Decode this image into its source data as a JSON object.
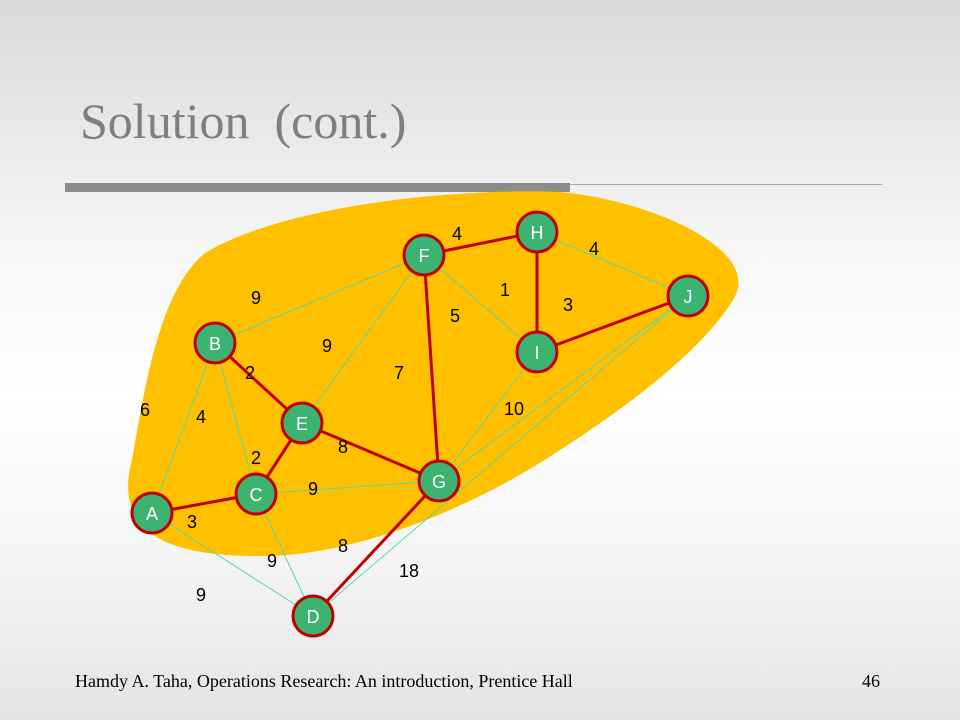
{
  "slide": {
    "title": "Solution  (cont.)",
    "footer": "Hamdy A. Taha, Operations Research: An introduction, Prentice Hall",
    "page_number": "46"
  },
  "colors": {
    "region": "#FFC000",
    "node_fill": "#3CB371",
    "node_border": "#C00000",
    "tree_edge": "#C00000",
    "other_edge": "#5CD6A7"
  },
  "graph": {
    "nodes": [
      {
        "id": "A",
        "label": "A"
      },
      {
        "id": "B",
        "label": "B"
      },
      {
        "id": "C",
        "label": "C"
      },
      {
        "id": "D",
        "label": "D"
      },
      {
        "id": "E",
        "label": "E"
      },
      {
        "id": "F",
        "label": "F"
      },
      {
        "id": "G",
        "label": "G"
      },
      {
        "id": "H",
        "label": "H"
      },
      {
        "id": "I",
        "label": "I"
      },
      {
        "id": "J",
        "label": "J"
      }
    ],
    "edges": [
      {
        "from": "A",
        "to": "C",
        "weight": "3",
        "tree": true
      },
      {
        "from": "B",
        "to": "E",
        "weight": "2",
        "tree": true
      },
      {
        "from": "C",
        "to": "E",
        "weight": "2",
        "tree": true
      },
      {
        "from": "E",
        "to": "G",
        "weight": "8",
        "tree": true
      },
      {
        "from": "F",
        "to": "G",
        "weight": "7",
        "tree": true
      },
      {
        "from": "F",
        "to": "H",
        "weight": "4",
        "tree": true
      },
      {
        "from": "H",
        "to": "I",
        "weight": "1",
        "tree": true
      },
      {
        "from": "I",
        "to": "J",
        "weight": "3",
        "tree": true
      },
      {
        "from": "G",
        "to": "D",
        "weight": "8",
        "tree": true
      },
      {
        "from": "A",
        "to": "B",
        "weight": "6",
        "tree": false
      },
      {
        "from": "B",
        "to": "F",
        "weight": "9",
        "tree": false
      },
      {
        "from": "B",
        "to": "C",
        "weight": "4",
        "tree": false
      },
      {
        "from": "E",
        "to": "F",
        "weight": "9",
        "tree": false
      },
      {
        "from": "F",
        "to": "I",
        "weight": "5",
        "tree": false
      },
      {
        "from": "H",
        "to": "J",
        "weight": "4",
        "tree": false
      },
      {
        "from": "C",
        "to": "G",
        "weight": "9",
        "tree": false
      },
      {
        "from": "G",
        "to": "I",
        "weight": "10",
        "tree": false
      },
      {
        "from": "G",
        "to": "J",
        "weight": "",
        "tree": false
      },
      {
        "from": "C",
        "to": "D",
        "weight": "9",
        "tree": false
      },
      {
        "from": "A",
        "to": "D",
        "weight": "9",
        "tree": false
      },
      {
        "from": "D",
        "to": "J",
        "weight": "18",
        "tree": false
      }
    ]
  }
}
